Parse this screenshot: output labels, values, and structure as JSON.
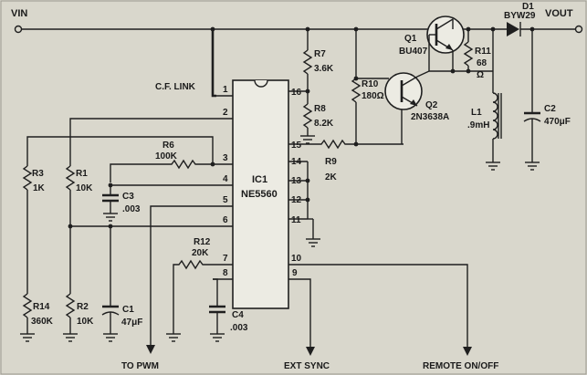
{
  "supply": {
    "vin": "VIN",
    "vout": "VOUT"
  },
  "ic": {
    "ref": "IC1",
    "part": "NE5560",
    "pins": [
      "1",
      "2",
      "3",
      "4",
      "5",
      "6",
      "7",
      "8",
      "9",
      "10",
      "11",
      "12",
      "13",
      "14",
      "15",
      "16"
    ],
    "link_label": "C.F. LINK"
  },
  "transistors": {
    "q1_ref": "Q1",
    "q1_part": "BU407",
    "q2_ref": "Q2",
    "q2_part": "2N3638A"
  },
  "diode": {
    "ref": "D1",
    "part": "BYW29"
  },
  "inductor": {
    "ref": "L1",
    "value": ".9mH"
  },
  "resistors": {
    "r1": {
      "ref": "R1",
      "value": "10K"
    },
    "r2": {
      "ref": "R2",
      "value": "10K"
    },
    "r3": {
      "ref": "R3",
      "value": "1K"
    },
    "r6": {
      "ref": "R6",
      "value": "100K"
    },
    "r7": {
      "ref": "R7",
      "value": "3.6K"
    },
    "r8": {
      "ref": "R8",
      "value": "8.2K"
    },
    "r9": {
      "ref": "R9",
      "value": "2K"
    },
    "r10": {
      "ref": "R10",
      "value": "180Ω"
    },
    "r11": {
      "ref": "R11",
      "value": "68",
      "unit": "Ω"
    },
    "r12": {
      "ref": "R12",
      "value": "20K"
    },
    "r14": {
      "ref": "R14",
      "value": "360K"
    }
  },
  "capacitors": {
    "c1": {
      "ref": "C1",
      "value": "47μF"
    },
    "c2": {
      "ref": "C2",
      "value": "470μF"
    },
    "c3": {
      "ref": "C3",
      "value": ".003"
    },
    "c4": {
      "ref": "C4",
      "value": ".003"
    }
  },
  "outputs": {
    "pwm": "TO PWM",
    "sync": "EXT SYNC",
    "remote": "REMOTE ON/OFF"
  }
}
